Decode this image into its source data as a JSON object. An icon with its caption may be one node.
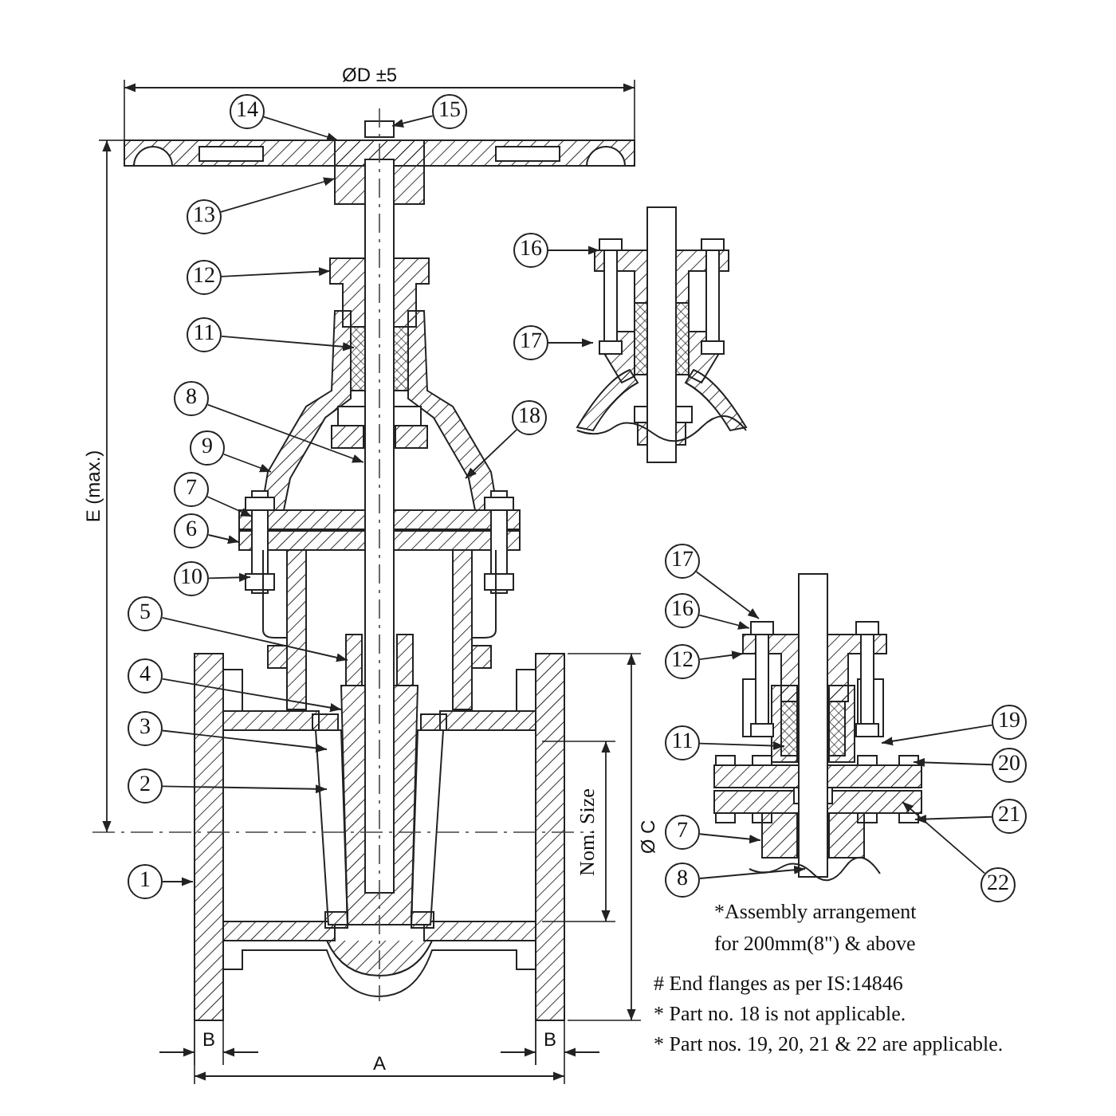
{
  "diagram": {
    "nodes": [
      {
        "text": [
          "15"
        ]
      },
      {
        "text": [
          "14"
        ]
      },
      {
        "text": [
          "13"
        ]
      },
      {
        "text": [
          "12"
        ]
      },
      {
        "text": [
          "11"
        ]
      },
      {
        "text": [
          "8"
        ]
      },
      {
        "text": [
          "18"
        ]
      },
      {
        "text": [
          "9"
        ]
      },
      {
        "text": [
          "7"
        ]
      },
      {
        "text": [
          "6"
        ]
      },
      {
        "text": [
          "10"
        ]
      },
      {
        "text": [
          "5"
        ]
      },
      {
        "text": [
          "4"
        ]
      },
      {
        "text": [
          "3"
        ]
      },
      {
        "text": [
          "2"
        ]
      },
      {
        "text": [
          "1"
        ]
      },
      {
        "text": [
          "16"
        ]
      },
      {
        "text": [
          "17"
        ]
      },
      {
        "text": [
          "17"
        ]
      },
      {
        "text": [
          "16"
        ]
      },
      {
        "text": [
          "12"
        ]
      },
      {
        "text": [
          "11"
        ]
      },
      {
        "text": [
          "19"
        ]
      },
      {
        "text": [
          "20"
        ]
      },
      {
        "text": [
          "21"
        ]
      },
      {
        "text": [
          "7"
        ]
      },
      {
        "text": [
          "22"
        ]
      },
      {
        "text": [
          "8"
        ]
      }
    ],
    "edges": [
      {
        "from": 0,
        "to": null,
        "arrow": "to"
      },
      {
        "from": 1,
        "to": null,
        "arrow": "to"
      },
      {
        "from": 2,
        "to": null,
        "arrow": "to"
      },
      {
        "from": 3,
        "to": null,
        "arrow": "to"
      },
      {
        "from": 4,
        "to": null,
        "arrow": "to"
      },
      {
        "from": 5,
        "to": null,
        "arrow": "to"
      },
      {
        "from": 6,
        "to": null,
        "arrow": "to"
      },
      {
        "from": 7,
        "to": null,
        "arrow": "to"
      },
      {
        "from": 8,
        "to": null,
        "arrow": "to"
      },
      {
        "from": 9,
        "to": null,
        "arrow": "to"
      },
      {
        "from": 10,
        "to": null,
        "arrow": "to"
      },
      {
        "from": 11,
        "to": null,
        "arrow": "to"
      },
      {
        "from": 12,
        "to": null,
        "arrow": "to"
      },
      {
        "from": 13,
        "to": null,
        "arrow": "to"
      },
      {
        "from": 14,
        "to": null,
        "arrow": "to"
      },
      {
        "from": 15,
        "to": null,
        "arrow": "to"
      },
      {
        "from": 16,
        "to": null,
        "arrow": "to"
      },
      {
        "from": 17,
        "to": null,
        "arrow": "to"
      },
      {
        "from": 18,
        "to": null,
        "arrow": "to"
      },
      {
        "from": 19,
        "to": null,
        "arrow": "to"
      },
      {
        "from": 20,
        "to": null,
        "arrow": "to"
      },
      {
        "from": 21,
        "to": null,
        "arrow": "to"
      },
      {
        "from": 22,
        "to": null,
        "arrow": "to"
      },
      {
        "from": 23,
        "to": null,
        "arrow": "to"
      },
      {
        "from": 24,
        "to": null,
        "arrow": "to"
      },
      {
        "from": 25,
        "to": null,
        "arrow": "to"
      },
      {
        "from": 26,
        "to": null,
        "arrow": "to"
      },
      {
        "from": 27,
        "to": null,
        "arrow": "to"
      }
    ],
    "labels": [
      "ØD ±5",
      "E (max.)",
      "Nom. Size",
      "Ø C",
      "B",
      "A",
      "B",
      "*Assembly arrangement for 200mm(8\") & above",
      "# End flanges as per IS:14846",
      "* Part no. 18 is not applicable.",
      "* Part nos. 19, 20, 21 & 22 are applicable."
    ]
  }
}
